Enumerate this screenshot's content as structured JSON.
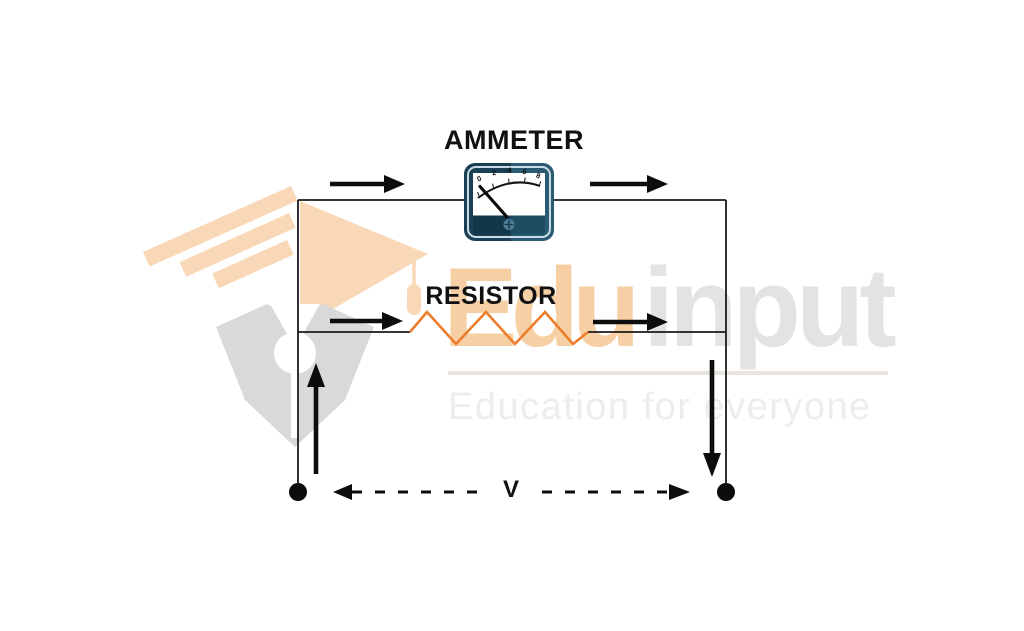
{
  "diagram": {
    "ammeter_label": "AMMETER",
    "resistor_label": "RESISTOR",
    "voltage_label": "V",
    "ammeter_scale": [
      "0",
      "2",
      "4",
      "6",
      "8"
    ]
  },
  "watermark": {
    "brand_primary": "Edu",
    "brand_secondary": "input",
    "tagline": "Education for everyone"
  },
  "colors": {
    "wire": "#1A1A1A",
    "arrow": "#0D0D0D",
    "resistor_orange": "#ED7D2B",
    "meter_body_dark": "#1A4055",
    "meter_body_light": "#2B5B73",
    "meter_band_dark": "#12374B",
    "meter_band_light": "#1E4C61",
    "watermark_peach": "#F9D8B7",
    "watermark_brand_orange": "#F7CFA5",
    "watermark_nib_gray": "#D9D9D9",
    "watermark_brand_gray": "#E3E3E3",
    "watermark_tagline_gray": "#EDEDED"
  }
}
